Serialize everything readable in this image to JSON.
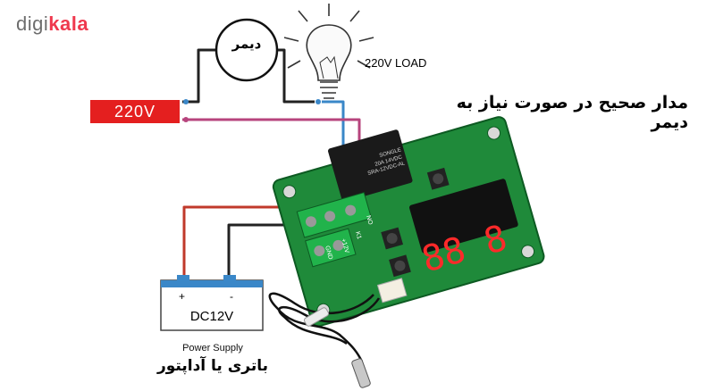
{
  "logo": {
    "part1": "digi",
    "part2": "kala"
  },
  "heading": "مدار صحیح در صورت نیاز به دیمر",
  "load_label": "220V LOAD",
  "source_label": "220V",
  "dimmer_label": "دیمر",
  "battery": {
    "voltage": "DC12V",
    "plus": "+",
    "minus": "-",
    "caption": "Power Supply",
    "farsi_caption": "باتری یا آداپتور"
  },
  "relay_text": [
    "SONGLE",
    "20A 14VDC",
    "SRA-12VDC-AL"
  ],
  "terminal_labels": [
    "NO",
    "K1",
    "+12V",
    "GND"
  ],
  "display_digits": "88 8",
  "colors": {
    "brand_red": "#ef394e",
    "brand_gray": "#6d6d6d",
    "source_red": "#e41f1f",
    "wire_dark": "#222222",
    "wire_blue": "#3a87c8",
    "wire_magenta": "#b7447d",
    "wire_red": "#c0392b",
    "pcb_green": "#1f8a3a",
    "display_red": "#ff2a2a"
  }
}
